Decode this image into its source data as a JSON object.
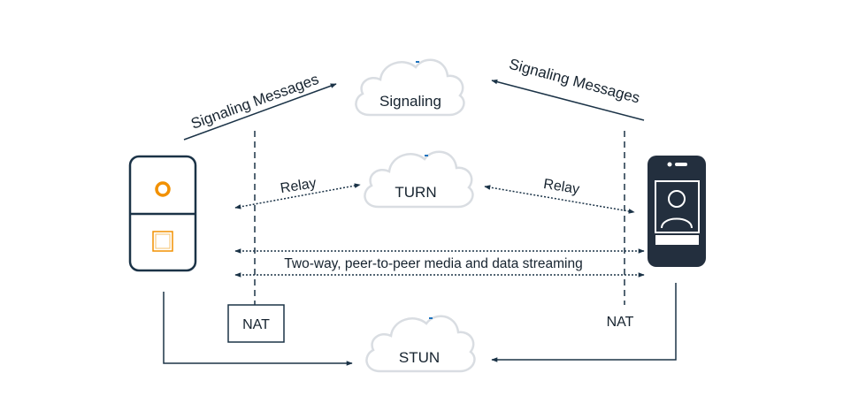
{
  "clouds": {
    "signaling": "Signaling",
    "turn": "TURN",
    "stun": "STUN"
  },
  "arrows": {
    "signaling_left": "Signaling Messages",
    "signaling_right": "Signaling Messages",
    "relay_left": "Relay",
    "relay_right": "Relay",
    "p2p": "Two-way, peer-to-peer media and data streaming"
  },
  "nat": {
    "left": "NAT",
    "right": "NAT"
  },
  "colors": {
    "navy": "#1b3347",
    "orange": "#f29100",
    "cloud_outline": "#d9dde2",
    "phone_dark": "#232f3e",
    "accent_blue": "#1e73be"
  },
  "icons": {
    "device_left": "camera-device-icon",
    "device_right": "smartphone-icon",
    "person": "user-avatar-icon"
  }
}
